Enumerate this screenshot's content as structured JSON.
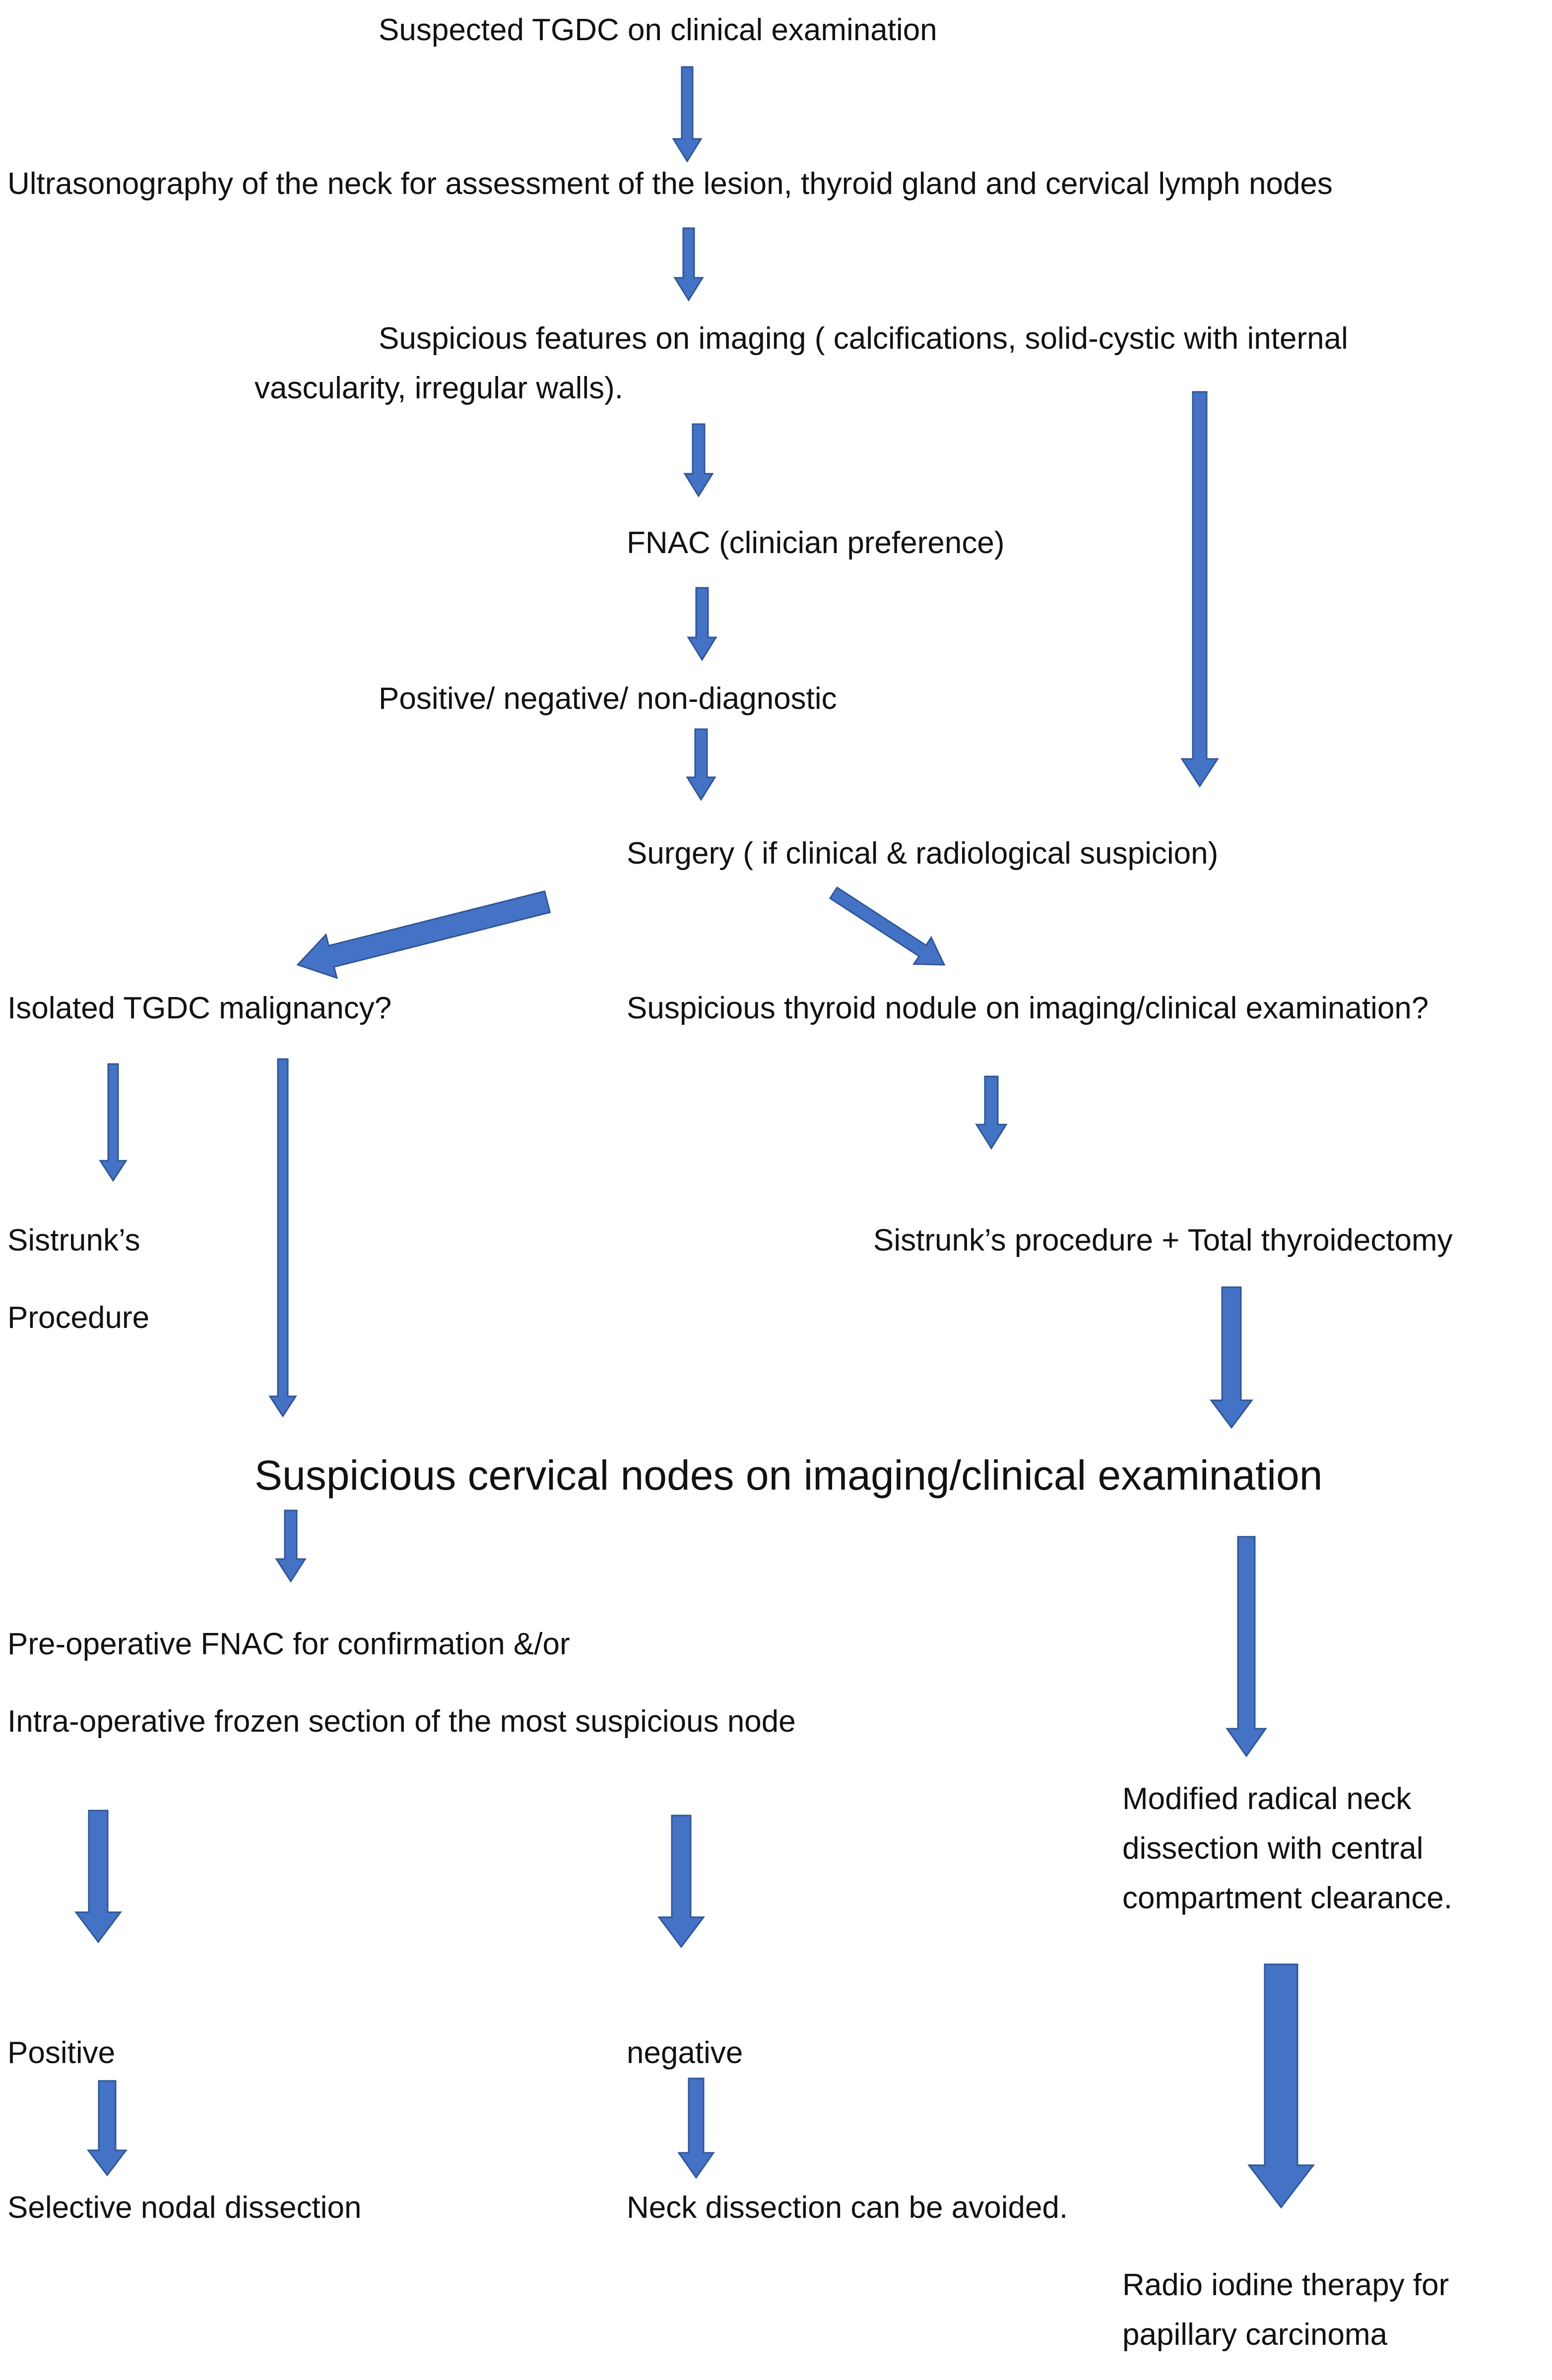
{
  "colors": {
    "arrow": "#4472C4",
    "text": "#111111",
    "background": "#ffffff"
  },
  "nodes": {
    "suspected": "Suspected TGDC on clinical examination",
    "ultrasound": "Ultrasonography of the neck for assessment of the lesion, thyroid gland and cervical lymph nodes",
    "suspicious_imaging_1": "Suspicious features on imaging ( calcifications, solid-cystic with internal",
    "suspicious_imaging_2": "vascularity, irregular walls).",
    "fnac": "FNAC (clinician preference)",
    "result": "Positive/ negative/ non-diagnostic",
    "surgery": "Surgery ( if clinical & radiological suspicion)",
    "isolated": "Isolated TGDC malignancy?",
    "thyroid_nodule": "Suspicious thyroid nodule on imaging/clinical examination?",
    "sistrunk_1": "Sistrunk’s",
    "sistrunk_2": "Procedure",
    "sistrunk_total": "Sistrunk’s procedure + Total thyroidectomy",
    "cervical_nodes": "Suspicious cervical nodes on imaging/clinical examination",
    "preop_1": "Pre-operative FNAC for confirmation &/or",
    "preop_2": "Intra-operative frozen section of the most suspicious node",
    "mrnd_1": "Modified radical neck",
    "mrnd_2": "dissection with central",
    "mrnd_3": "compartment clearance.",
    "positive": "Positive",
    "negative": "negative",
    "selective": "Selective nodal dissection",
    "avoided": "Neck dissection can be avoided.",
    "radio_1": "Radio iodine therapy for",
    "radio_2": "papillary carcinoma"
  }
}
